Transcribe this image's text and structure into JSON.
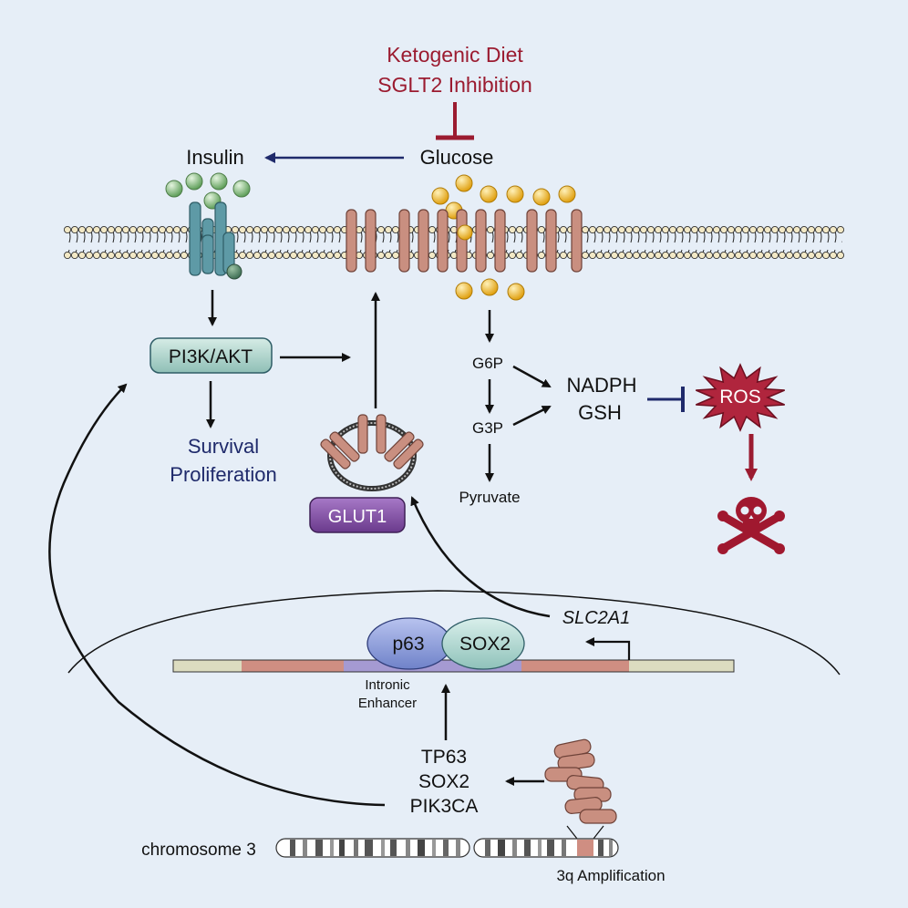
{
  "labels": {
    "ketogenic_diet": "Ketogenic Diet",
    "sglt2_inhibition": "SGLT2 Inhibition",
    "glucose": "Glucose",
    "insulin": "Insulin",
    "pi3k_akt": "PI3K/AKT",
    "survival": "Survival",
    "proliferation": "Proliferation",
    "glut1": "GLUT1",
    "g6p": "G6P",
    "g3p": "G3P",
    "pyruvate": "Pyruvate",
    "nadph": "NADPH",
    "gsh": "GSH",
    "ros": "ROS",
    "p63": "p63",
    "sox2_protein": "SOX2",
    "slc2a1": "SLC2A1",
    "intronic": "Intronic",
    "enhancer": "Enhancer",
    "tp63": "TP63",
    "sox2_gene": "SOX2",
    "pik3ca": "PIK3CA",
    "chromosome": "chromosome 3",
    "amplification": "3q Amplification"
  },
  "colors": {
    "background": "#e6eef7",
    "inhibitor_red": "#9b1b30",
    "signal_blue": "#1f2a6b",
    "transporter": "#c98f80",
    "receptor": "#5e9aa6",
    "insulin_green": "#7fb57a",
    "glucose_gold": "#f2b51b",
    "pi3k_fill": "#a7cfc7",
    "glut1_purple": "#7c4a9e",
    "p63_blue": "#8093d4",
    "sox2_teal": "#a8d2cc"
  },
  "icons": {
    "ros": "ros-starburst-icon",
    "death": "skull-crossbones-icon"
  }
}
